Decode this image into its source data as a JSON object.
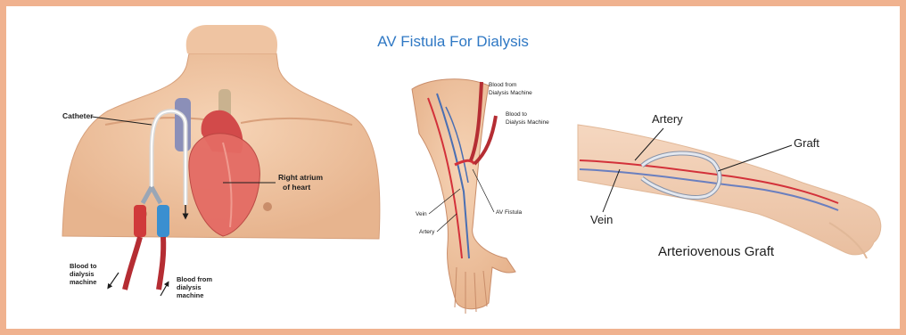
{
  "title": "AV Fistula For Dialysis",
  "colors": {
    "border": "#f0b28f",
    "title": "#2f78c4",
    "skin": "#f2c8a5",
    "artery": "#d3313a",
    "vein": "#4a6fb3"
  },
  "panel_catheter": {
    "catheter": "Catheter",
    "right_atrium_line1": "Right atrium",
    "right_atrium_line2": "of heart",
    "to_line1": "Blood to",
    "to_line2": "dialysis",
    "to_line3": "machine",
    "from_line1": "Blood from",
    "from_line2": "dialysis",
    "from_line3": "machine"
  },
  "panel_fistula": {
    "from_line1": "Blood from",
    "from_line2": "Dialysis Machine",
    "to_line1": "Blood to",
    "to_line2": "Dialysis Machine",
    "vein": "Vein",
    "av_fistula": "AV Fistula",
    "artery": "Artery"
  },
  "panel_graft": {
    "artery": "Artery",
    "graft": "Graft",
    "vein": "Vein",
    "caption": "Arteriovenous Graft"
  }
}
